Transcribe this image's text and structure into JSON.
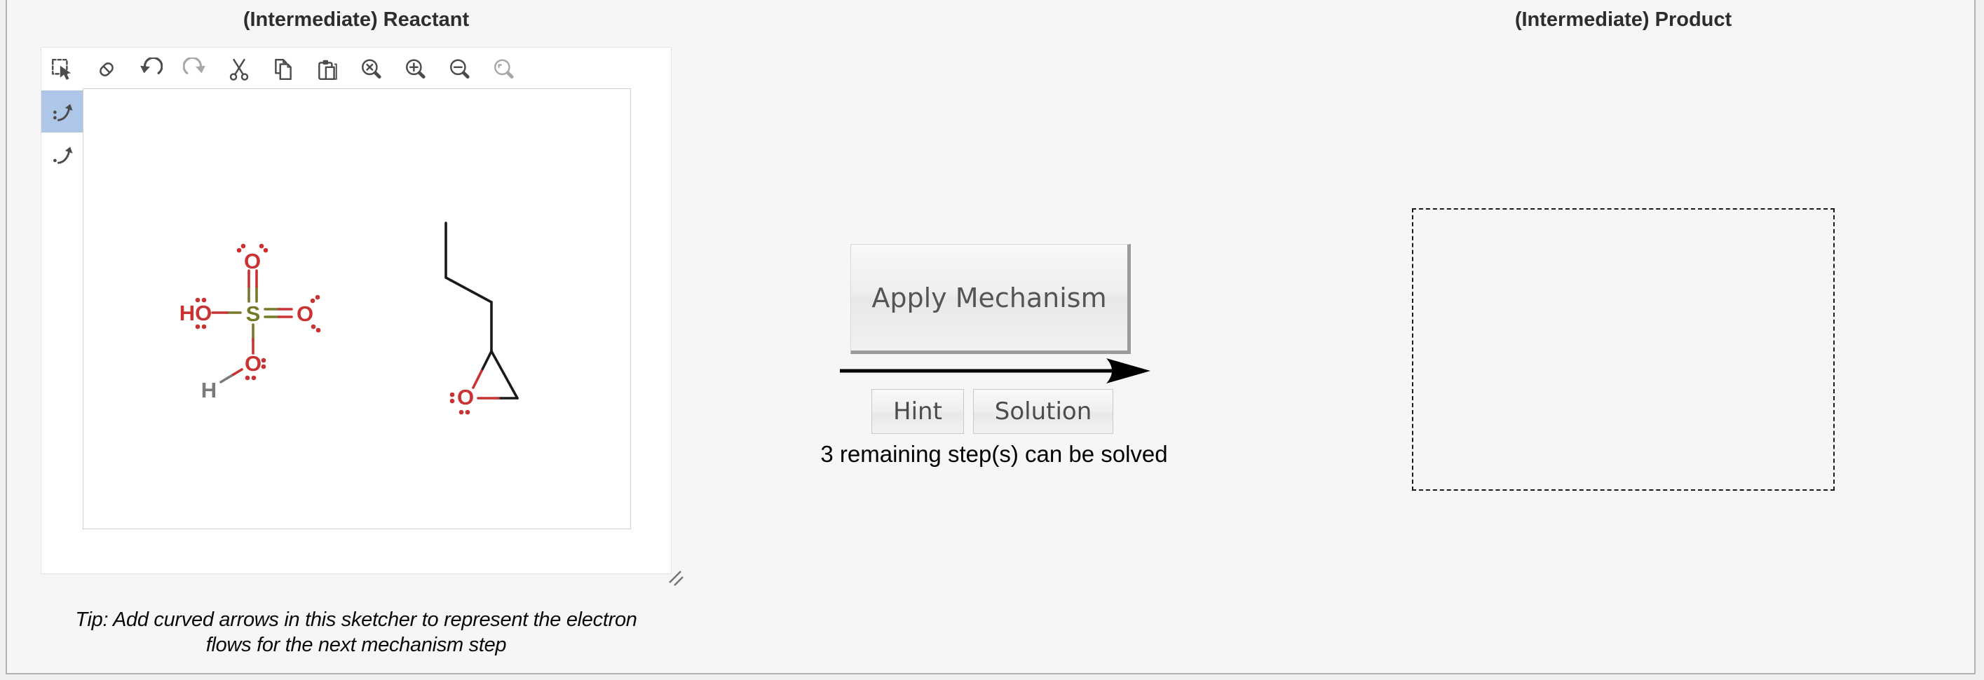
{
  "page": {
    "reactant_header": "(Intermediate) Reactant",
    "product_header": "(Intermediate) Product",
    "status_text": "3 remaining step(s) can be solved",
    "tip_line1": "Tip: Add curved arrows in this sketcher to represent the electron",
    "tip_line2": "flows for the next mechanism step"
  },
  "buttons": {
    "apply_mechanism": "Apply Mechanism",
    "hint": "Hint",
    "solution": "Solution"
  },
  "sketcher": {
    "toolbar_icons": [
      {
        "name": "rect-select-icon",
        "disabled": false
      },
      {
        "name": "eraser-icon",
        "disabled": false
      },
      {
        "name": "undo-icon",
        "disabled": false
      },
      {
        "name": "redo-icon",
        "disabled": true
      },
      {
        "name": "cut-icon",
        "disabled": false
      },
      {
        "name": "copy-icon",
        "disabled": false
      },
      {
        "name": "paste-icon",
        "disabled": false
      },
      {
        "name": "zoom-reset-icon",
        "disabled": false
      },
      {
        "name": "zoom-in-icon",
        "disabled": false
      },
      {
        "name": "zoom-out-icon",
        "disabled": false
      },
      {
        "name": "zoom-fit-icon",
        "disabled": true
      }
    ],
    "side_tools": [
      {
        "name": "electron-pair-arrow-tool",
        "selected": true
      },
      {
        "name": "single-electron-arrow-tool",
        "selected": false
      }
    ]
  },
  "molecules": {
    "sulfuric_acid": {
      "label_ho": "HO",
      "label_s": "S",
      "label_o_top": "O",
      "label_o_right": "O",
      "label_o_bottom": "O",
      "label_h": "H"
    },
    "epoxide": {
      "label_o": "O"
    }
  },
  "colors": {
    "oxygen": "#c83232",
    "sulfur": "#78782a",
    "hydrogen": "#7a7a7a",
    "carbon": "#1a1a1a",
    "selected_tool_bg": "#aec6e8",
    "reaction_arrow": "#000000"
  }
}
